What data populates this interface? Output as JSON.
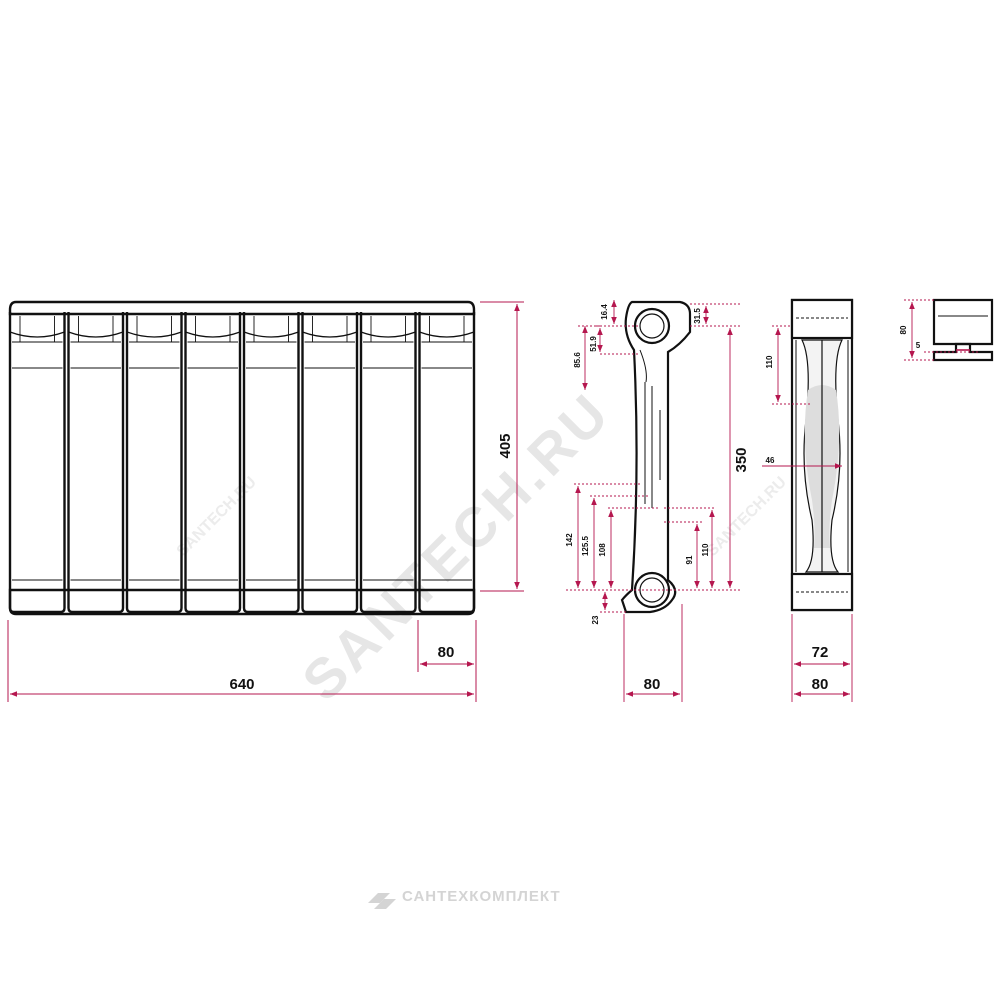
{
  "colors": {
    "outline": "#111111",
    "dimension": "#b5174f",
    "watermark": "#cfcfcf"
  },
  "front_view": {
    "sections": 8,
    "width_label": "640",
    "height_label": "405",
    "section_width_label": "80"
  },
  "side_view": {
    "width_label": "80",
    "height_label": "350",
    "dims": {
      "d16_4": "16.4",
      "d51_9": "51.9",
      "d85_6": "85.6",
      "d31_5": "31.5",
      "d142": "142",
      "d125_5": "125.5",
      "d108": "108",
      "d91": "91",
      "d110": "110",
      "d23": "23"
    }
  },
  "section_view": {
    "inner_width_label": "72",
    "outer_width_label": "80",
    "height_label": "110",
    "thickness_label": "46"
  },
  "top_view": {
    "height_label": "80",
    "gap_label": "5"
  },
  "watermarks": {
    "diagonal": "SANTECH.RU",
    "small_left": "SANTECH.RU",
    "small_right": "SANTECH.RU",
    "bottom_brand": "САНТЕХКОМПЛЕКТ"
  }
}
